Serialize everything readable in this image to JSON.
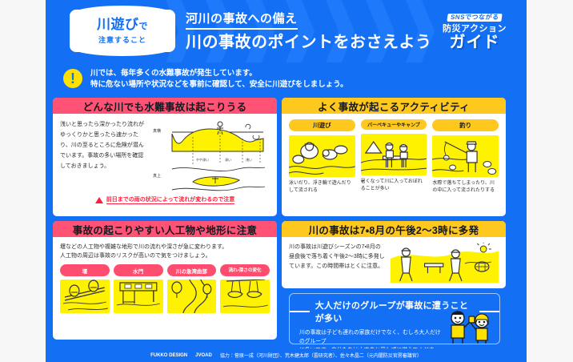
{
  "header": {
    "badge_line1_main": "川遊び",
    "badge_line1_suffix": "で",
    "badge_line2": "注意すること",
    "title_small": "河川の事故への備え",
    "title_large": "川の事故のポイントをおさえよう",
    "logo_line1": "SNSでつながる",
    "logo_line2": "防災アクション",
    "logo_line3": "ガイド"
  },
  "alert": {
    "icon": "exclamation-icon",
    "line1": "川では、毎年多くの水難事故が発生しています。",
    "line2": "特に危ない場所や状況などを事前に確認して、安全に川遊びをしましょう。"
  },
  "card_danger": {
    "heading": "どんな川でも水難事故は起こりうる",
    "body": "浅いと思ったら深かったり流れがゆっくりかと思ったら速かったり、川の至るところに危険が潜んでいます。事故の多い場所を確認しておきましょう。",
    "figure": {
      "label_side": "真横",
      "label_top": "真上",
      "depth_labels": [
        "やや深い",
        "深い",
        "浅い"
      ]
    },
    "warning": "前日までの雨の状況によって流れが変わるので注意"
  },
  "card_activities": {
    "heading": "よく事故が起こるアクティビティ",
    "items": [
      {
        "label": "川遊び",
        "caption": "泳いだり、浮き輪で遊んだりして流される",
        "icon": "swimming-ring-icon"
      },
      {
        "label": "バーベキューやキャンプ",
        "caption": "暑くなって川に入っておぼれることが多い",
        "icon": "bbq-table-icon"
      },
      {
        "label": "釣り",
        "caption": "水際で落ちてしまったり、川の中に入って流されたりする",
        "icon": "fishing-rod-icon"
      }
    ]
  },
  "card_terrain": {
    "heading": "事故の起こりやすい人工物や地形に注意",
    "body_line1": "堰などの人工物や複雑な地形で川の流れや深さが急に変わります。",
    "body_line2": "人工物の周辺は事故のリスクが高いので気をつけましょう。",
    "items": [
      {
        "label": "堰",
        "icon": "weir-icon"
      },
      {
        "label": "水門",
        "icon": "floodgate-icon"
      },
      {
        "label": "川の急湾曲部",
        "icon": "river-bend-icon"
      },
      {
        "label": "流れ・深さの変化",
        "icon": "depth-change-icon"
      }
    ]
  },
  "card_time": {
    "heading": "川の事故は7・8月の午後2〜3時に多発",
    "body": "川の事故は川遊びシーズンの7・8月の昼食後で落ち着く午後2〜3時に多発しています。この時間帯はとくに注意。",
    "icon": "riverside-afternoon-icon"
  },
  "card_adults": {
    "heading": "大人だけのグループが事故に遭うことが多い",
    "body_line1": "川の事故は子ども連れの家族だけでなく、むしろ大人だけのグループ",
    "body_line2": "に多いです。自分たちは大丈夫と思わずに備えてください。",
    "icon": "two-people-icon"
  },
  "footer": {
    "logo1": "FUKKO DESIGN",
    "logo2": "JVOAD",
    "credits": "協力：菅原一成（河川財団）、荒木健太郎（雲研究者）、佐々木晶二（元内閣防災官房審議官）"
  },
  "colors": {
    "blue": "#1370f5",
    "pink": "#ff5274",
    "yellow": "#ffc81e",
    "bright_yellow": "#fff200",
    "red": "#ff1f3d"
  }
}
